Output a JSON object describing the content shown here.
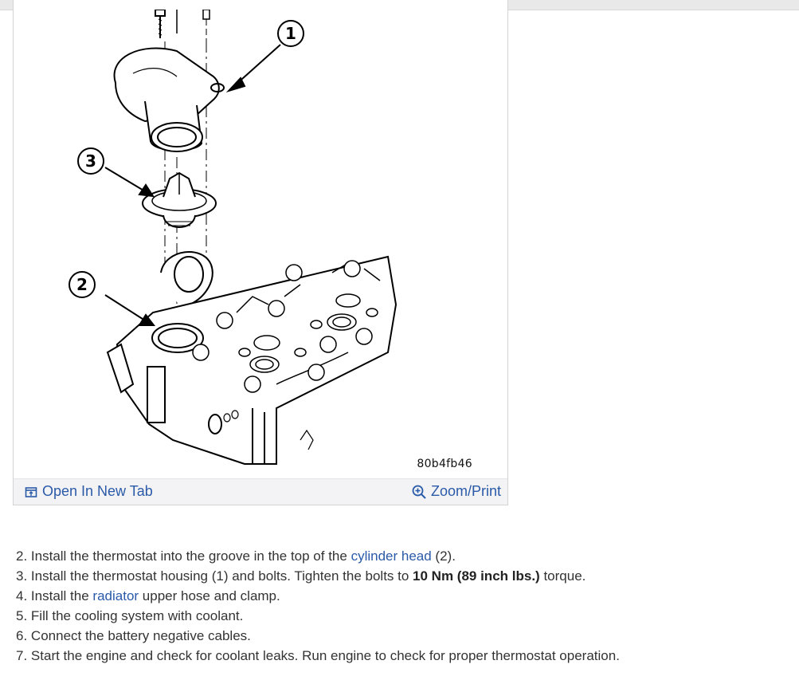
{
  "figure": {
    "image_id": "80b4fb46",
    "callouts": [
      "1",
      "2",
      "3"
    ],
    "open_tab_label": "Open In New Tab",
    "zoom_print_label": "Zoom/Print",
    "icons": {
      "open_tab": "open-external-icon",
      "zoom": "zoom-in-icon"
    }
  },
  "steps": [
    {
      "num": "2.",
      "before": "Install the thermostat into the groove in the top of the ",
      "link": "cylinder head",
      "after": " (2)."
    },
    {
      "num": "3.",
      "before": "Install the thermostat housing (1) and bolts. Tighten the bolts to ",
      "bold": "10 Nm (89 inch lbs.)",
      "after": " torque."
    },
    {
      "num": "4.",
      "before": "Install the ",
      "link": "radiator",
      "after": " upper hose and clamp."
    },
    {
      "num": "5.",
      "text": "Fill the cooling system with coolant."
    },
    {
      "num": "6.",
      "text": "Connect the battery negative cables."
    },
    {
      "num": "7.",
      "text": "Start the engine and check for coolant leaks. Run engine to check for proper thermostat operation."
    }
  ],
  "colors": {
    "link": "#2a5aa8",
    "toolbar_bg": "#f3f3f5",
    "text": "#333333"
  }
}
